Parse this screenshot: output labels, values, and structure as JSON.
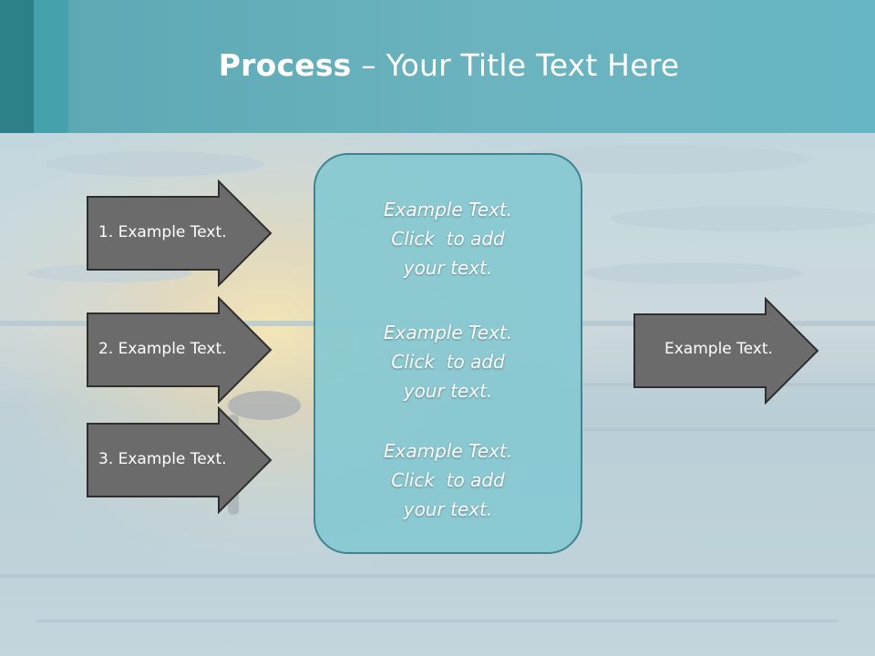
{
  "title": {
    "bold": "Process",
    "rest": " – Your Title Text Here"
  },
  "inputs": [
    {
      "label": "1. Example Text."
    },
    {
      "label": "2. Example Text."
    },
    {
      "label": "3. Example Text."
    }
  ],
  "center_blocks": [
    {
      "line1": "Example Text.",
      "line2": "Click  to add",
      "line3": "your text."
    },
    {
      "line1": "Example Text.",
      "line2": "Click  to add",
      "line3": "your text."
    },
    {
      "line1": "Example Text.",
      "line2": "Click  to add",
      "line3": "your text."
    }
  ],
  "output": {
    "label": "Example Text."
  },
  "colors": {
    "header": "#6ab3bf",
    "header_dark": "#2d7f88",
    "arrow_fill": "#6b6b6b",
    "center_fill": "#86c8d2",
    "center_border": "#3f848e"
  }
}
